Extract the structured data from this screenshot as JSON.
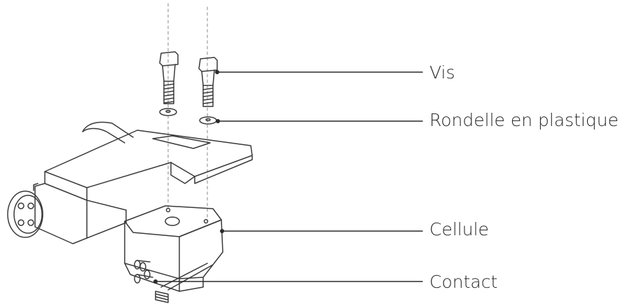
{
  "labels": {
    "screw": "Vis",
    "washer": "Rondelle en plastique",
    "cartridge": "Cellule",
    "contact": "Contact"
  },
  "colors": {
    "line": "#3a3a3a",
    "text": "#2a2a2a",
    "background": "#ffffff"
  }
}
